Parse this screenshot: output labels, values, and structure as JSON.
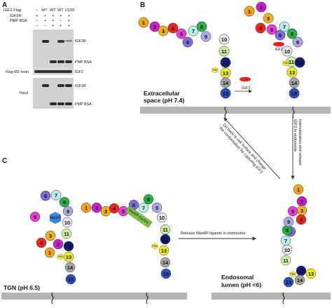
{
  "panels": {
    "a": "A",
    "b": "B",
    "c": "C"
  },
  "panel_a": {
    "row_labels": [
      "IGF2-Flag",
      "IGF2R",
      "PMP BSA"
    ],
    "col_headers": [
      "–",
      "WT",
      "WT",
      "WT",
      "L53D"
    ],
    "signs": [
      [
        "+",
        "+",
        "+",
        "+",
        "+"
      ],
      [
        "–",
        "+",
        "+",
        "–",
        "+"
      ],
      [
        "–",
        "–",
        "+",
        "+",
        "+"
      ]
    ],
    "resin_label": "Flag-M2 resin",
    "input_label": "Input",
    "band_labels": {
      "igf2r_top": "IGF2R",
      "pmp_top": "PMP BSA",
      "igf2_mid": "IGF2",
      "igf2r_input": "IGF2R",
      "pmp_input": "PMP BSA"
    }
  },
  "domain_colors": {
    "1": "#f2a31c",
    "2": "#c81ec8",
    "3": "#eeb21e",
    "4": "#e8271f",
    "5": "#e63cd8",
    "6": "#7b6ad8",
    "7": "#b9ecec",
    "8": "#27b04a",
    "9": "#a9a9e4",
    "10": "#e6e6e6",
    "11": "#ccf0a8",
    "12": "#111c74",
    "13": "#eeee28",
    "14": "#a4a4a4",
    "15": "#2e4ec0"
  },
  "panel_b": {
    "environment": [
      "Extracellular",
      "space (pH 7.4)"
    ],
    "ligand": "IGF2",
    "pnb": "PNB",
    "arrow_down": [
      "Internalization and release",
      "IGF2 in endosome"
    ],
    "arrow_up": [
      "Go back to cell surface and change",
      "the conformation for capturing IGF2"
    ]
  },
  "panel_c": {
    "tgn": "TGN (pH 6.5)",
    "endosome": [
      "Endosomal",
      "lumen (pH <6)"
    ],
    "man6p": "Man6P",
    "man6p_glcnac": "Man6P-GlcNAc",
    "pnb": "PNB",
    "release": "Release Man6P ligands in endosome"
  }
}
